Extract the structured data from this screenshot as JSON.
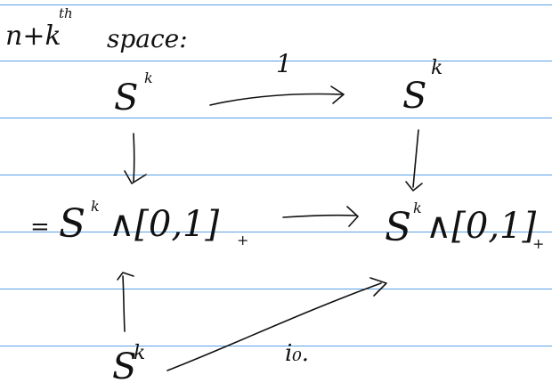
{
  "heading": {
    "text": "n+k",
    "superscript": "th",
    "rest": "space:"
  },
  "diagram": {
    "top_left": {
      "base": "S",
      "exp": "k"
    },
    "top_right": {
      "base": "S",
      "exp": "k"
    },
    "top_arrow_label": "1",
    "middle_left": {
      "prefix": "=",
      "base": "S",
      "exp": "k",
      "rest": "∧[0,1]",
      "sub": "+"
    },
    "middle_right": {
      "base": "S",
      "exp": "k",
      "rest": "∧[0,1]",
      "sub": "+"
    },
    "bottom_left": {
      "base": "S",
      "exp": "k"
    },
    "bottom_arrow_label": "i₀."
  },
  "colors": {
    "ink": "#111111",
    "rule": "#5aa0e6",
    "paper": "#ffffff"
  }
}
